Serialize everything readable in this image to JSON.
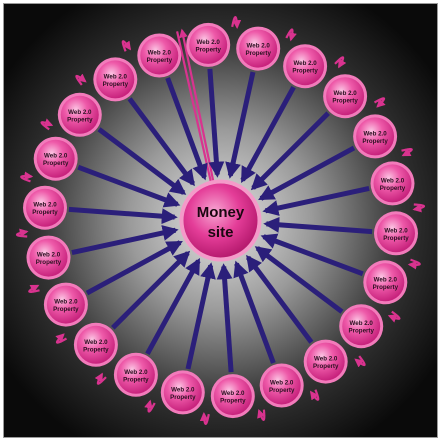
{
  "center": {
    "line1": "Money",
    "line2": "site"
  },
  "nodes": [
    {
      "line1": "Web 2.0",
      "line2": "Property"
    },
    {
      "line1": "Web 2.0",
      "line2": "Property"
    },
    {
      "line1": "Web 2.0",
      "line2": "Property"
    },
    {
      "line1": "Web 2.0",
      "line2": "Property"
    },
    {
      "line1": "Web 2.0",
      "line2": "Property"
    },
    {
      "line1": "Web 2.0",
      "line2": "Property"
    },
    {
      "line1": "Web 2.0",
      "line2": "Property"
    },
    {
      "line1": "Web 2.0",
      "line2": "Property"
    },
    {
      "line1": "Web 2.0",
      "line2": "Property"
    },
    {
      "line1": "Web 2.0",
      "line2": "Property"
    },
    {
      "line1": "Web 2.0",
      "line2": "Property"
    },
    {
      "line1": "Web 2.0",
      "line2": "Property"
    },
    {
      "line1": "Web 2.0",
      "line2": "Property"
    },
    {
      "line1": "Web 2.0",
      "line2": "Property"
    },
    {
      "line1": "Web 2.0",
      "line2": "Property"
    },
    {
      "line1": "Web 2.0",
      "line2": "Property"
    },
    {
      "line1": "Web 2.0",
      "line2": "Property"
    },
    {
      "line1": "Web 2.0",
      "line2": "Property"
    },
    {
      "line1": "Web 2.0",
      "line2": "Property"
    },
    {
      "line1": "Web 2.0",
      "line2": "Property"
    },
    {
      "line1": "Web 2.0",
      "line2": "Property"
    },
    {
      "line1": "Web 2.0",
      "line2": "Property"
    }
  ],
  "colors": {
    "background_outer": "#0c0c0c",
    "background_inner": "#e4e4e4",
    "node_fill": "#e63c9a",
    "node_highlight": "#f9b6dc",
    "node_ring": "#f27bbb",
    "arrow": "#2b1f7a",
    "link_arrow": "#d9338f"
  }
}
